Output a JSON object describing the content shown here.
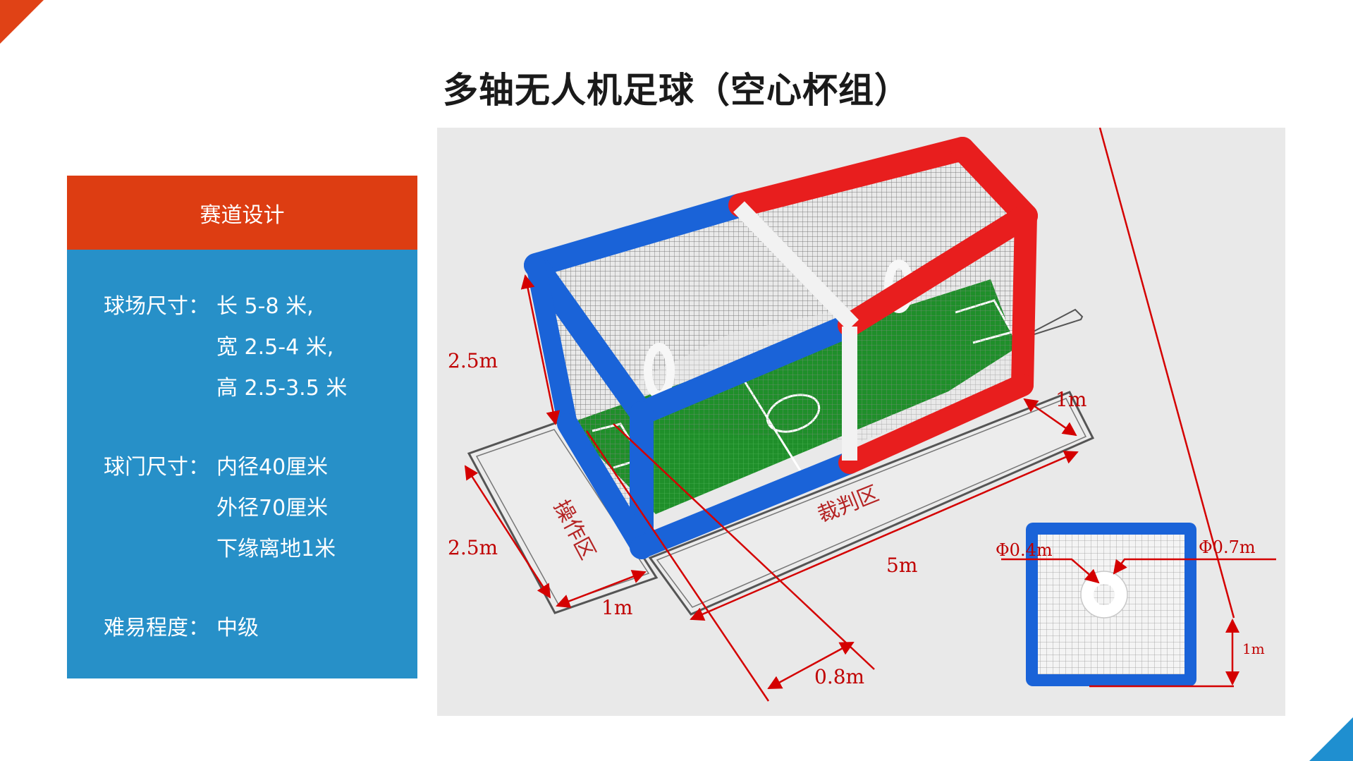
{
  "title": "多轴无人机足球（空心杯组）",
  "panel": {
    "header": "赛道设计",
    "specs": [
      {
        "label": "球场尺寸：",
        "values": [
          "长 5-8 米,",
          "宽 2.5-4 米,",
          "高 2.5-3.5 米"
        ]
      },
      {
        "label": "球门尺寸：",
        "values": [
          "内径40厘米",
          "外径70厘米",
          "下缘离地1米"
        ]
      },
      {
        "label": "难易程度：",
        "values": [
          "中级"
        ]
      }
    ]
  },
  "diagram": {
    "dimensions": {
      "height": "2.5m",
      "width": "2.5m",
      "length": "5m",
      "side_gap": "1m",
      "front_gap": "1m",
      "goal_offset": "0.8m",
      "inner_diameter": "Φ0.4m",
      "outer_diameter": "Φ0.7m",
      "goal_height": "1m"
    },
    "zone_labels": {
      "operator_zone": "操作区",
      "referee_zone": "裁判区"
    },
    "colors": {
      "blue_frame": "#1a63d8",
      "red_frame": "#e81e1e",
      "turf": "#1f8f2a",
      "dimension_lines": "#d40000"
    }
  }
}
